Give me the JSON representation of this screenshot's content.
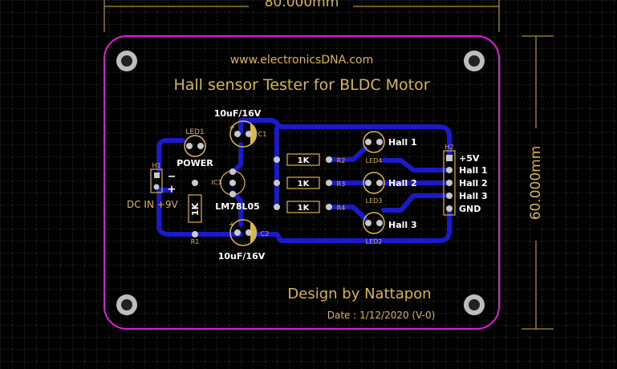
{
  "dimensions": {
    "width_label": "80.000mm",
    "height_label": "60.000mm"
  },
  "silkscreen": {
    "website": "www.electronicsDNA.com",
    "title": "Hall sensor Tester for BLDC Motor",
    "designer": "Design by Nattapon",
    "date": "Date : 1/12/2020 (V-0)"
  },
  "components": {
    "led1_ref": "LED1",
    "power_label": "POWER",
    "h1_ref": "H1",
    "h1_minus": "−",
    "h1_plus": "+",
    "dc_in": "DC IN +9V",
    "r1_ref": "R1",
    "r1_value": "1K",
    "c1_value": "10uF/16V",
    "c1_ref": "C1",
    "c1_polarity": "+",
    "ic1_ref": "IC1",
    "ic1_part": "LM78L05",
    "c2_ref": "C2",
    "c2_value": "10uF/16V",
    "c2_polarity": "+",
    "r2_ref": "R2",
    "r2_value": "1K",
    "r3_ref": "R3",
    "r3_value": "1K",
    "r4_ref": "R4",
    "r4_value": "1K",
    "led4_ref": "LED4",
    "led4_label": "Hall 1",
    "led3_ref": "LED3",
    "led3_label": "Hall 2",
    "led2_ref": "LED2",
    "led2_label": "Hall 3",
    "h2_ref": "H2",
    "h2_pins": [
      "+5V",
      "Hall 1",
      "Hall 2",
      "Hall 3",
      "GND"
    ]
  },
  "colors": {
    "background": "#000000",
    "grid": "#3a3a3a",
    "outline": "#e01be0",
    "silkscreen": "#d9b54a",
    "trace": "#1a1acc",
    "pad": "#c9c9c9"
  }
}
